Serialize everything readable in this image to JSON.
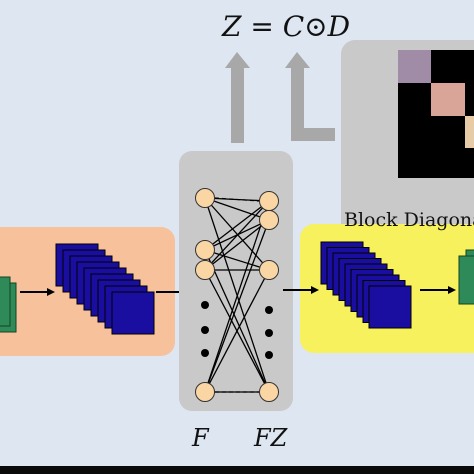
{
  "equation": "Z = C⊙D",
  "labels": {
    "left": "F",
    "right": "FZ"
  },
  "caption": "Block Diagona",
  "colors": {
    "background": "#dde6f1",
    "left_panel": "#f7c19c",
    "right_panel": "#f6f15c",
    "network_panel": "#c9c9c9",
    "matrix_panel": "#c9c9c9",
    "node_fill": "#fad6a5",
    "stack_fill": "#1a0ea0",
    "green_block": "#2f8a5a",
    "arrow_gray": "#a8a8a8"
  },
  "matrix_blocks": [
    "#a08ca6",
    "#d9a598",
    "#e6cba6"
  ]
}
